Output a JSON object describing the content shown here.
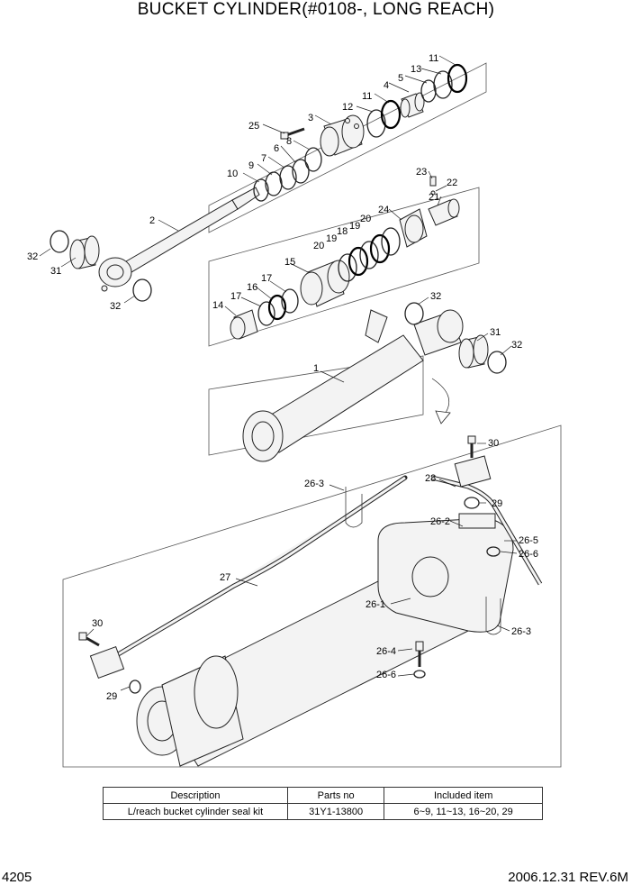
{
  "title": "BUCKET CYLINDER(#0108-, LONG REACH)",
  "callouts": {
    "c1": "1",
    "c2": "2",
    "c3": "3",
    "c4": "4",
    "c5": "5",
    "c6": "6",
    "c7": "7",
    "c8": "8",
    "c9": "9",
    "c10": "10",
    "c11a": "11",
    "c11b": "11",
    "c12": "12",
    "c13": "13",
    "c14": "14",
    "c15": "15",
    "c16": "16",
    "c17a": "17",
    "c17b": "17",
    "c18": "18",
    "c19a": "19",
    "c19b": "19",
    "c20a": "20",
    "c20b": "20",
    "c21": "21",
    "c22": "22",
    "c23": "23",
    "c24": "24",
    "c25": "25",
    "c26_1": "26-1",
    "c26_2": "26-2",
    "c26_3a": "26-3",
    "c26_3b": "26-3",
    "c26_4": "26-4",
    "c26_5": "26-5",
    "c26_6a": "26-6",
    "c26_6b": "26-6",
    "c27": "27",
    "c28": "28",
    "c29a": "29",
    "c29b": "29",
    "c30a": "30",
    "c30b": "30",
    "c31a": "31",
    "c31b": "31",
    "c32a": "32",
    "c32b": "32",
    "c32c": "32",
    "c32d": "32"
  },
  "parts_table": {
    "headers": [
      "Description",
      "Parts no",
      "Included item"
    ],
    "rows": [
      [
        "L/reach bucket cylinder seal kit",
        "31Y1-13800",
        "6~9, 11~13, 16~20, 29"
      ]
    ]
  },
  "footer": {
    "page_number": "4205",
    "revision": "2006.12.31  REV.6M"
  }
}
